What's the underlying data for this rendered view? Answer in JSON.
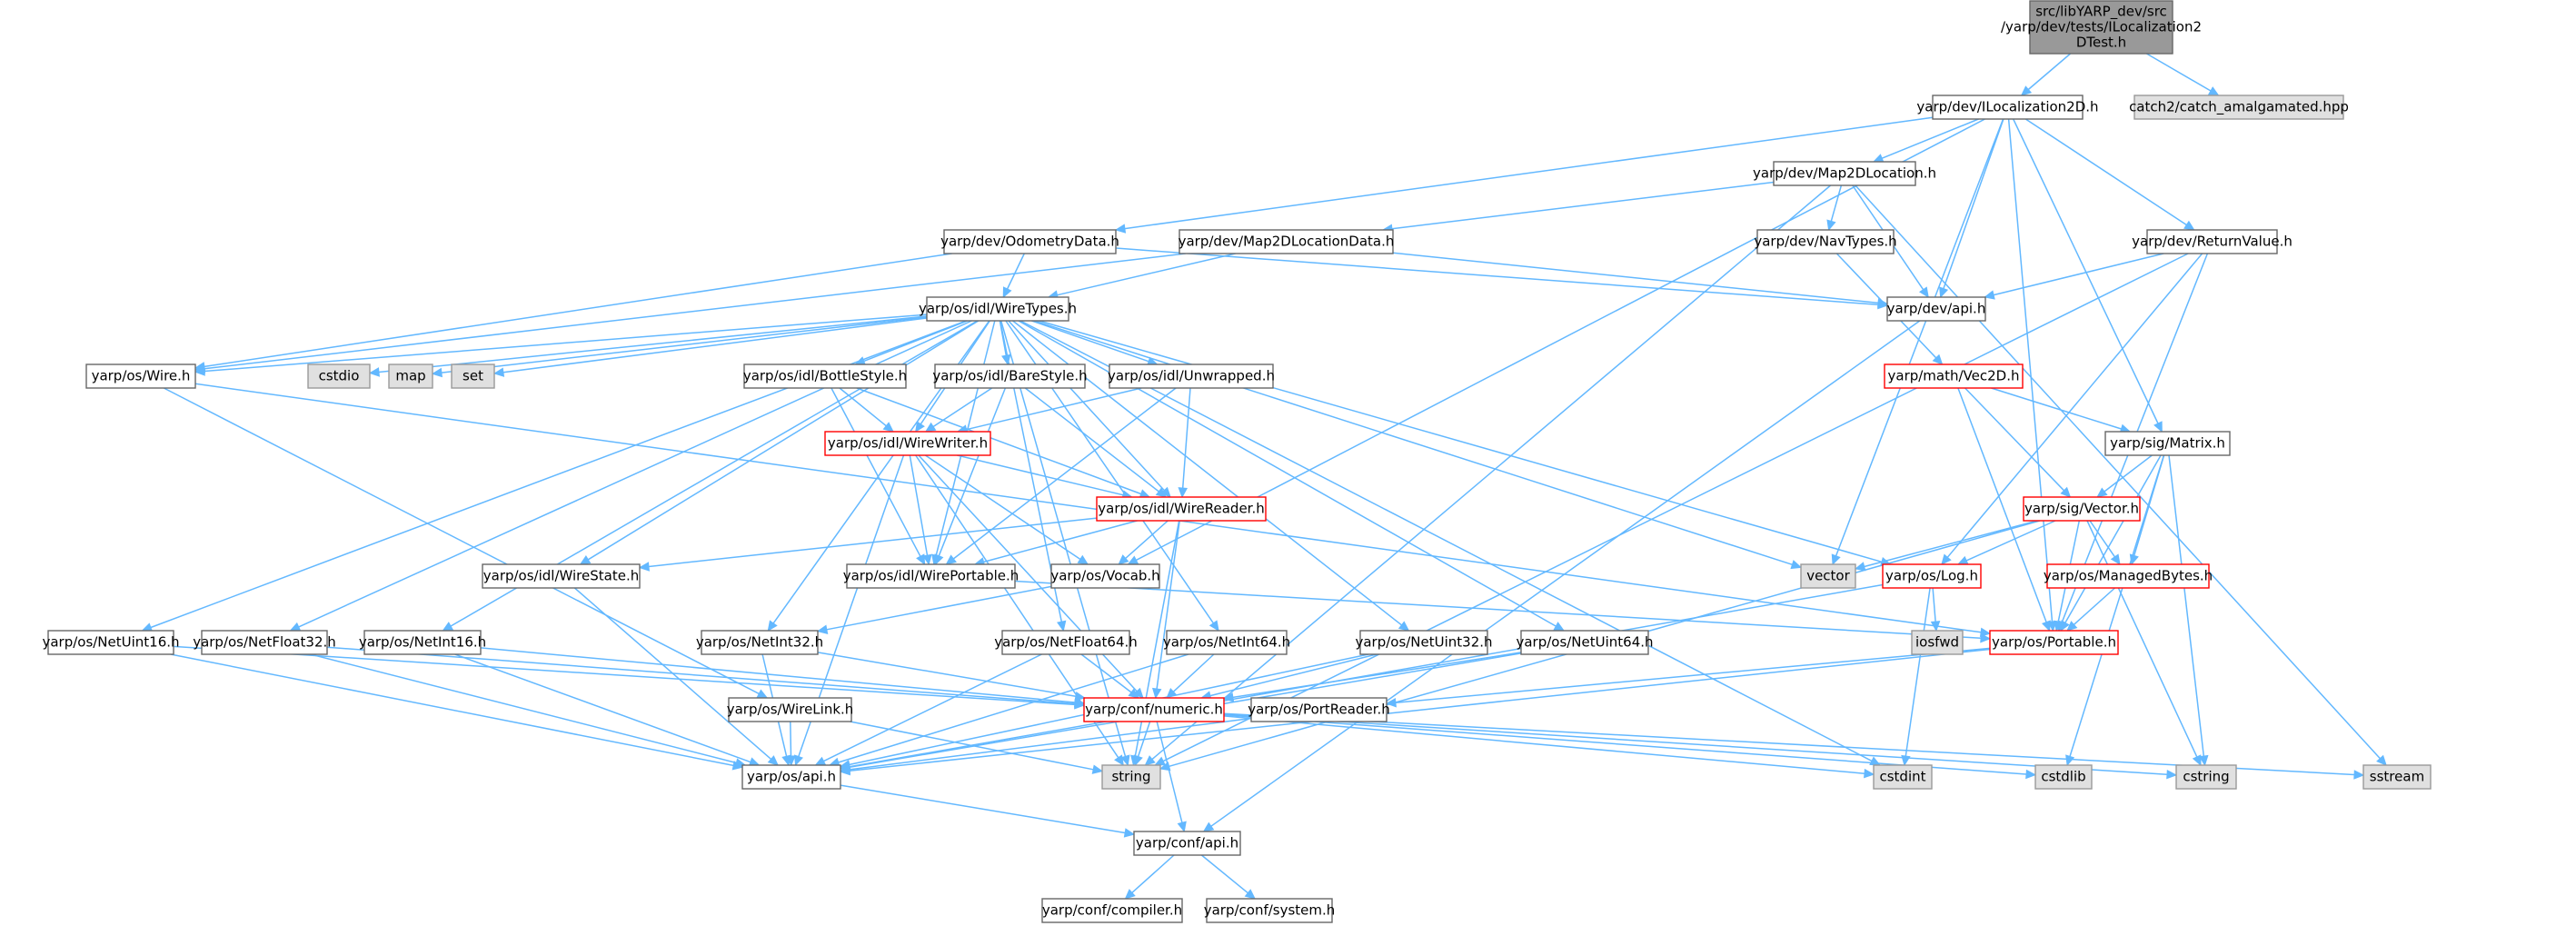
{
  "colors": {
    "edge": "#63b8ff",
    "root_fill": "#999999",
    "root_border": "#666666",
    "normal_fill": "#ffffff",
    "normal_border": "#666666",
    "truncated_border": "#ff0000",
    "system_fill": "#e0e0e0",
    "system_border": "#999999"
  },
  "nodes": [
    {
      "id": "root",
      "lines": [
        "src/libYARP_dev/src",
        "/yarp/dev/tests/ILocalization2",
        "DTest.h"
      ],
      "kind": "root"
    },
    {
      "id": "ilocalization2d",
      "lines": [
        "yarp/dev/ILocalization2D.h"
      ],
      "kind": "normal"
    },
    {
      "id": "catch2",
      "lines": [
        "catch2/catch_amalgamated.hpp"
      ],
      "kind": "system"
    },
    {
      "id": "map2dlocation",
      "lines": [
        "yarp/dev/Map2DLocation.h"
      ],
      "kind": "normal"
    },
    {
      "id": "odometrydata",
      "lines": [
        "yarp/dev/OdometryData.h"
      ],
      "kind": "normal"
    },
    {
      "id": "map2dlocationdata",
      "lines": [
        "yarp/dev/Map2DLocationData.h"
      ],
      "kind": "normal"
    },
    {
      "id": "navtypes",
      "lines": [
        "yarp/dev/NavTypes.h"
      ],
      "kind": "normal"
    },
    {
      "id": "returnvalue",
      "lines": [
        "yarp/dev/ReturnValue.h"
      ],
      "kind": "normal"
    },
    {
      "id": "wiretypes",
      "lines": [
        "yarp/os/idl/WireTypes.h"
      ],
      "kind": "normal"
    },
    {
      "id": "devapi",
      "lines": [
        "yarp/dev/api.h"
      ],
      "kind": "normal"
    },
    {
      "id": "vec2d",
      "lines": [
        "yarp/math/Vec2D.h"
      ],
      "kind": "truncated"
    },
    {
      "id": "wire",
      "lines": [
        "yarp/os/Wire.h"
      ],
      "kind": "normal"
    },
    {
      "id": "cstdio",
      "lines": [
        "cstdio"
      ],
      "kind": "system"
    },
    {
      "id": "map",
      "lines": [
        "map"
      ],
      "kind": "system"
    },
    {
      "id": "set",
      "lines": [
        "set"
      ],
      "kind": "system"
    },
    {
      "id": "bottlestyle",
      "lines": [
        "yarp/os/idl/BottleStyle.h"
      ],
      "kind": "normal"
    },
    {
      "id": "barestyle",
      "lines": [
        "yarp/os/idl/BareStyle.h"
      ],
      "kind": "normal"
    },
    {
      "id": "unwrapped",
      "lines": [
        "yarp/os/idl/Unwrapped.h"
      ],
      "kind": "normal"
    },
    {
      "id": "matrix",
      "lines": [
        "yarp/sig/Matrix.h"
      ],
      "kind": "normal"
    },
    {
      "id": "wirewriter",
      "lines": [
        "yarp/os/idl/WireWriter.h"
      ],
      "kind": "truncated"
    },
    {
      "id": "wirereader",
      "lines": [
        "yarp/os/idl/WireReader.h"
      ],
      "kind": "truncated"
    },
    {
      "id": "vector",
      "lines": [
        "yarp/sig/Vector.h"
      ],
      "kind": "truncated"
    },
    {
      "id": "wireportable",
      "lines": [
        "yarp/os/idl/WirePortable.h"
      ],
      "kind": "normal"
    },
    {
      "id": "wirestate",
      "lines": [
        "yarp/os/idl/WireState.h"
      ],
      "kind": "normal"
    },
    {
      "id": "vocab",
      "lines": [
        "yarp/os/Vocab.h"
      ],
      "kind": "normal"
    },
    {
      "id": "vectorsys",
      "lines": [
        "vector"
      ],
      "kind": "system"
    },
    {
      "id": "log",
      "lines": [
        "yarp/os/Log.h"
      ],
      "kind": "truncated"
    },
    {
      "id": "managedbytes",
      "lines": [
        "yarp/os/ManagedBytes.h"
      ],
      "kind": "truncated"
    },
    {
      "id": "netuint16",
      "lines": [
        "yarp/os/NetUint16.h"
      ],
      "kind": "normal"
    },
    {
      "id": "netfloat32",
      "lines": [
        "yarp/os/NetFloat32.h"
      ],
      "kind": "normal"
    },
    {
      "id": "netint16",
      "lines": [
        "yarp/os/NetInt16.h"
      ],
      "kind": "normal"
    },
    {
      "id": "netint32",
      "lines": [
        "yarp/os/NetInt32.h"
      ],
      "kind": "normal"
    },
    {
      "id": "netfloat64",
      "lines": [
        "yarp/os/NetFloat64.h"
      ],
      "kind": "normal"
    },
    {
      "id": "netint64",
      "lines": [
        "yarp/os/NetInt64.h"
      ],
      "kind": "normal"
    },
    {
      "id": "netuint32",
      "lines": [
        "yarp/os/NetUint32.h"
      ],
      "kind": "normal"
    },
    {
      "id": "netuint64",
      "lines": [
        "yarp/os/NetUint64.h"
      ],
      "kind": "normal"
    },
    {
      "id": "iosfwd",
      "lines": [
        "iosfwd"
      ],
      "kind": "system"
    },
    {
      "id": "portable",
      "lines": [
        "yarp/os/Portable.h"
      ],
      "kind": "truncated"
    },
    {
      "id": "wirelink",
      "lines": [
        "yarp/os/WireLink.h"
      ],
      "kind": "normal"
    },
    {
      "id": "numeric",
      "lines": [
        "yarp/conf/numeric.h"
      ],
      "kind": "truncated"
    },
    {
      "id": "portreader",
      "lines": [
        "yarp/os/PortReader.h"
      ],
      "kind": "normal"
    },
    {
      "id": "osapi",
      "lines": [
        "yarp/os/api.h"
      ],
      "kind": "normal"
    },
    {
      "id": "string",
      "lines": [
        "string"
      ],
      "kind": "system"
    },
    {
      "id": "cstdint",
      "lines": [
        "cstdint"
      ],
      "kind": "system"
    },
    {
      "id": "cstdlib",
      "lines": [
        "cstdlib"
      ],
      "kind": "system"
    },
    {
      "id": "cstring",
      "lines": [
        "cstring"
      ],
      "kind": "system"
    },
    {
      "id": "sstream",
      "lines": [
        "sstream"
      ],
      "kind": "system"
    },
    {
      "id": "confapi",
      "lines": [
        "yarp/conf/api.h"
      ],
      "kind": "normal"
    },
    {
      "id": "compiler",
      "lines": [
        "yarp/conf/compiler.h"
      ],
      "kind": "normal"
    },
    {
      "id": "system",
      "lines": [
        "yarp/conf/system.h"
      ],
      "kind": "normal"
    }
  ],
  "edges": [
    [
      "root",
      "ilocalization2d"
    ],
    [
      "root",
      "catch2"
    ],
    [
      "ilocalization2d",
      "map2dlocation"
    ],
    [
      "ilocalization2d",
      "odometrydata"
    ],
    [
      "ilocalization2d",
      "returnvalue"
    ],
    [
      "ilocalization2d",
      "devapi"
    ],
    [
      "ilocalization2d",
      "matrix"
    ],
    [
      "ilocalization2d",
      "vectorsys"
    ],
    [
      "ilocalization2d",
      "vocab"
    ],
    [
      "ilocalization2d",
      "portable"
    ],
    [
      "map2dlocation",
      "map2dlocationdata"
    ],
    [
      "map2dlocation",
      "navtypes"
    ],
    [
      "map2dlocation",
      "devapi"
    ],
    [
      "map2dlocation",
      "string"
    ],
    [
      "map2dlocation",
      "sstream"
    ],
    [
      "odometrydata",
      "wiretypes"
    ],
    [
      "odometrydata",
      "wire"
    ],
    [
      "odometrydata",
      "devapi"
    ],
    [
      "map2dlocationdata",
      "wiretypes"
    ],
    [
      "map2dlocationdata",
      "wire"
    ],
    [
      "map2dlocationdata",
      "devapi"
    ],
    [
      "navtypes",
      "vec2d"
    ],
    [
      "returnvalue",
      "devapi"
    ],
    [
      "returnvalue",
      "log"
    ],
    [
      "returnvalue",
      "portable"
    ],
    [
      "returnvalue",
      "string"
    ],
    [
      "devapi",
      "confapi"
    ],
    [
      "vec2d",
      "matrix"
    ],
    [
      "vec2d",
      "vector"
    ],
    [
      "vec2d",
      "portable"
    ],
    [
      "matrix",
      "vector"
    ],
    [
      "matrix",
      "managedbytes"
    ],
    [
      "matrix",
      "portable"
    ],
    [
      "matrix",
      "cstdlib"
    ],
    [
      "matrix",
      "cstring"
    ],
    [
      "vector",
      "vectorsys"
    ],
    [
      "vector",
      "log"
    ],
    [
      "vector",
      "managedbytes"
    ],
    [
      "vector",
      "portable"
    ],
    [
      "vector",
      "string"
    ],
    [
      "vector",
      "cstring"
    ],
    [
      "managedbytes",
      "portable"
    ],
    [
      "log",
      "iosfwd"
    ],
    [
      "log",
      "osapi"
    ],
    [
      "log",
      "cstdint"
    ],
    [
      "portable",
      "portreader"
    ],
    [
      "portable",
      "osapi"
    ],
    [
      "wiretypes",
      "wire"
    ],
    [
      "wiretypes",
      "cstdio"
    ],
    [
      "wiretypes",
      "map"
    ],
    [
      "wiretypes",
      "set"
    ],
    [
      "wiretypes",
      "bottlestyle"
    ],
    [
      "wiretypes",
      "barestyle"
    ],
    [
      "wiretypes",
      "unwrapped"
    ],
    [
      "wiretypes",
      "wirewriter"
    ],
    [
      "wiretypes",
      "wirereader"
    ],
    [
      "wiretypes",
      "wireportable"
    ],
    [
      "wiretypes",
      "wirestate"
    ],
    [
      "wiretypes",
      "vectorsys"
    ],
    [
      "wiretypes",
      "log"
    ],
    [
      "wiretypes",
      "string"
    ],
    [
      "wiretypes",
      "cstdint"
    ],
    [
      "wiretypes",
      "netuint16"
    ],
    [
      "wiretypes",
      "netfloat32"
    ],
    [
      "wiretypes",
      "netint16"
    ],
    [
      "wiretypes",
      "netint32"
    ],
    [
      "wiretypes",
      "netfloat64"
    ],
    [
      "wiretypes",
      "netint64"
    ],
    [
      "wiretypes",
      "netuint32"
    ],
    [
      "wiretypes",
      "netuint64"
    ],
    [
      "wire",
      "portable"
    ],
    [
      "wire",
      "wirelink"
    ],
    [
      "bottlestyle",
      "wirewriter"
    ],
    [
      "bottlestyle",
      "wirereader"
    ],
    [
      "bottlestyle",
      "wireportable"
    ],
    [
      "barestyle",
      "wirewriter"
    ],
    [
      "barestyle",
      "wirereader"
    ],
    [
      "barestyle",
      "wireportable"
    ],
    [
      "unwrapped",
      "wirewriter"
    ],
    [
      "unwrapped",
      "wirereader"
    ],
    [
      "unwrapped",
      "wireportable"
    ],
    [
      "wirewriter",
      "wirereader"
    ],
    [
      "wirewriter",
      "wireportable"
    ],
    [
      "wirewriter",
      "vocab"
    ],
    [
      "wirewriter",
      "numeric"
    ],
    [
      "wirewriter",
      "osapi"
    ],
    [
      "wirewriter",
      "string"
    ],
    [
      "wirereader",
      "wirestate"
    ],
    [
      "wirereader",
      "wireportable"
    ],
    [
      "wirereader",
      "vocab"
    ],
    [
      "wirereader",
      "numeric"
    ],
    [
      "wirereader",
      "string"
    ],
    [
      "wireportable",
      "portable"
    ],
    [
      "wirestate",
      "osapi"
    ],
    [
      "vocab",
      "netint32"
    ],
    [
      "netuint16",
      "numeric"
    ],
    [
      "netuint16",
      "osapi"
    ],
    [
      "netfloat32",
      "numeric"
    ],
    [
      "netfloat32",
      "osapi"
    ],
    [
      "netint16",
      "numeric"
    ],
    [
      "netint16",
      "osapi"
    ],
    [
      "netint32",
      "numeric"
    ],
    [
      "netint32",
      "osapi"
    ],
    [
      "netfloat64",
      "numeric"
    ],
    [
      "netfloat64",
      "osapi"
    ],
    [
      "netint64",
      "numeric"
    ],
    [
      "netint64",
      "osapi"
    ],
    [
      "netuint32",
      "numeric"
    ],
    [
      "netuint32",
      "osapi"
    ],
    [
      "netuint64",
      "numeric"
    ],
    [
      "netuint64",
      "osapi"
    ],
    [
      "wirelink",
      "osapi"
    ],
    [
      "wirelink",
      "string"
    ],
    [
      "numeric",
      "confapi"
    ],
    [
      "numeric",
      "string"
    ],
    [
      "numeric",
      "cstdint"
    ],
    [
      "numeric",
      "cstdlib"
    ],
    [
      "numeric",
      "cstring"
    ],
    [
      "numeric",
      "sstream"
    ],
    [
      "portreader",
      "osapi"
    ],
    [
      "osapi",
      "confapi"
    ],
    [
      "confapi",
      "compiler"
    ],
    [
      "confapi",
      "system"
    ]
  ]
}
